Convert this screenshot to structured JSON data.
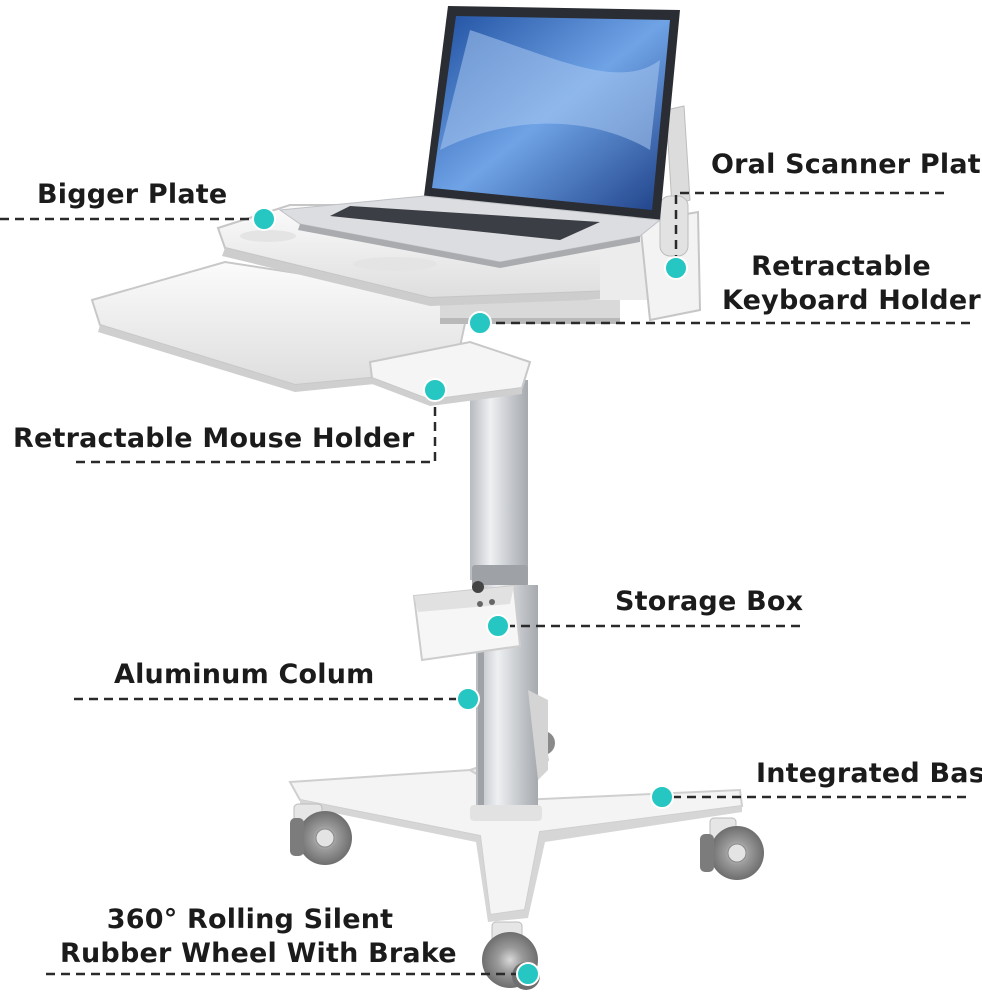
{
  "labels": {
    "bigger_plate": "Bigger Plate",
    "oral_scanner": "Oral Scanner Plat",
    "keyboard_line1": "Retractable",
    "keyboard_line2": "Keyboard Holder",
    "mouse_holder": "Retractable Mouse Holder",
    "storage_box": "Storage Box",
    "aluminum_column": "Aluminum Colum",
    "integrated_base": "Integrated Base",
    "wheel_line1": "360° Rolling Silent",
    "wheel_line2": "Rubber Wheel With Brake"
  },
  "colors": {
    "marker": "#26c6c3",
    "leader_line": "#2a2a2a",
    "text": "#1b1b1b",
    "cart_white": "#f2f2f2",
    "aluminum": "#c9ccd0",
    "wheel": "#8c8c8c"
  }
}
